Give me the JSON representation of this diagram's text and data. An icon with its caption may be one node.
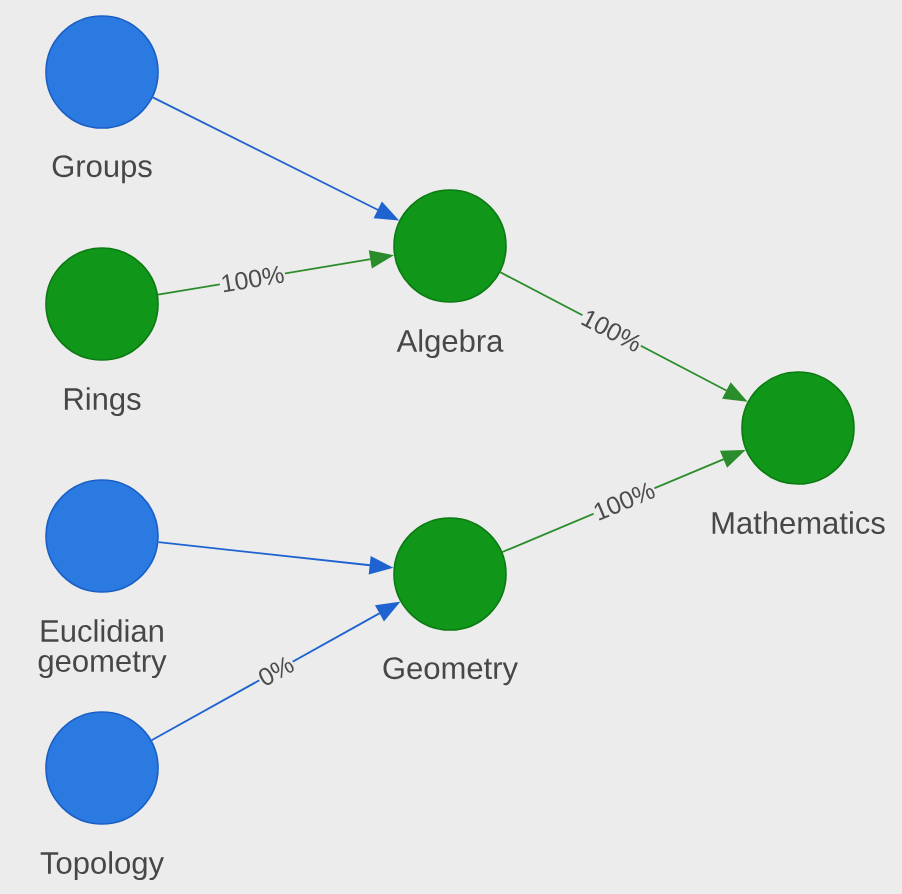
{
  "diagram": {
    "nodes": [
      {
        "text": [
          "Groups"
        ]
      },
      {
        "text": [
          "Rings"
        ]
      },
      {
        "text": [
          "Algebra"
        ]
      },
      {
        "text": [
          "Mathematics"
        ]
      },
      {
        "text": [
          "Euclidian geometry"
        ]
      },
      {
        "text": [
          "Geometry"
        ]
      },
      {
        "text": [
          "Topology"
        ]
      }
    ],
    "edges": [
      {
        "from": 0,
        "to": 2,
        "arrow": "to",
        "color": "#1f63d0"
      },
      {
        "from": 1,
        "to": 2,
        "arrow": "to",
        "label": "100%",
        "color": "#2a8c2a"
      },
      {
        "from": 2,
        "to": 3,
        "arrow": "to",
        "label": "100%",
        "color": "#2a8c2a"
      },
      {
        "from": 4,
        "to": 5,
        "arrow": "to",
        "color": "#1f63d0"
      },
      {
        "from": 6,
        "to": 5,
        "arrow": "to",
        "label": "0%",
        "color": "#1f63d0"
      },
      {
        "from": 5,
        "to": 3,
        "arrow": "to",
        "label": "100%",
        "color": "#2a8c2a"
      }
    ]
  }
}
